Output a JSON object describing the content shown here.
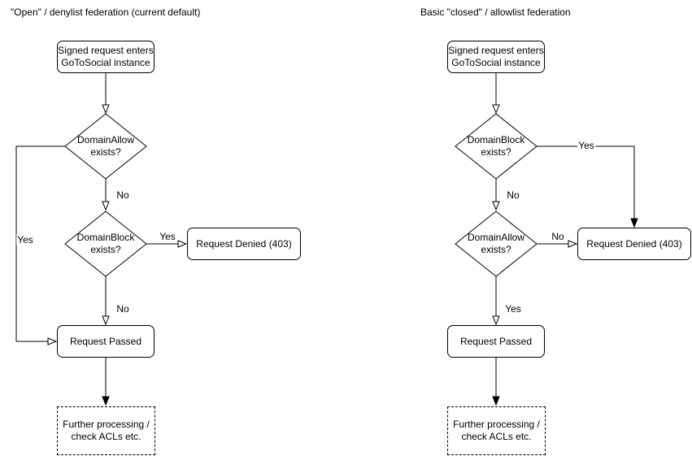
{
  "background": "#ffffff",
  "stroke_color": "#000000",
  "diagrams": [
    {
      "title": "\"Open\" / denylist federation (current default)",
      "nodes": {
        "start": "Signed request enters\nGoToSocial instance",
        "decision_top": "DomainAllow\nexists?",
        "decision_bottom": "DomainBlock\nexists?",
        "denied": "Request Denied (403)",
        "passed": "Request Passed",
        "further": "Further processing /\ncheck ACLs etc."
      },
      "edge_labels": {
        "decision_top_yes": "Yes",
        "decision_top_no": "No",
        "decision_bottom_yes": "Yes",
        "decision_bottom_no": "No"
      }
    },
    {
      "title": "Basic \"closed\" / allowlist federation",
      "nodes": {
        "start": "Signed request enters\nGoToSocial instance",
        "decision_top": "DomainBlock\nexists?",
        "decision_bottom": "DomainAllow\nexists?",
        "denied": "Request Denied (403)",
        "passed": "Request Passed",
        "further": "Further processing /\ncheck ACLs etc."
      },
      "edge_labels": {
        "decision_top_yes": "Yes",
        "decision_top_no": "No",
        "decision_bottom_no": "No",
        "decision_bottom_yes": "Yes"
      }
    }
  ]
}
